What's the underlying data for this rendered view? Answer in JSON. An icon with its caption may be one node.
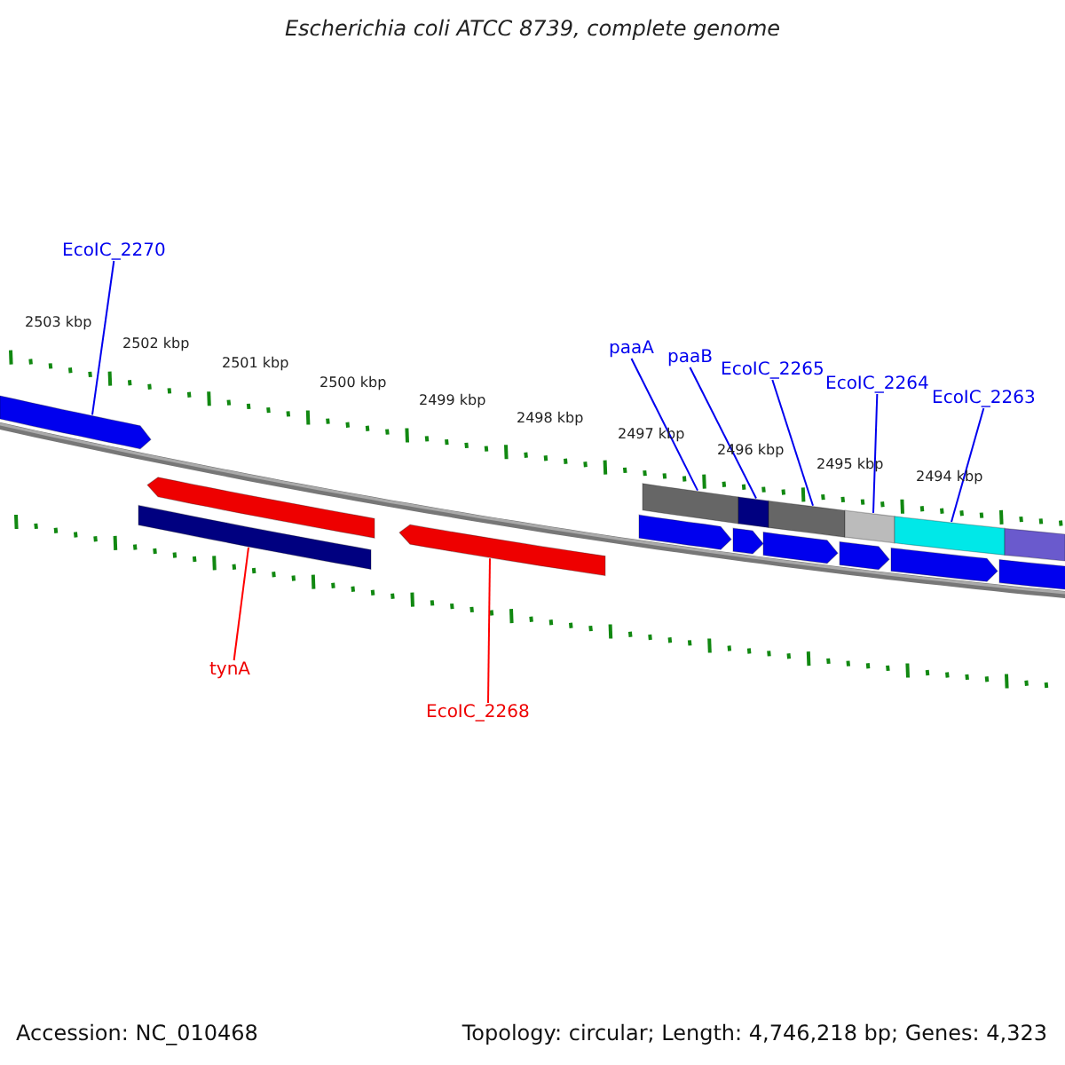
{
  "diagram": {
    "title": "Escherichia coli ATCC 8739, complete genome",
    "nodes": [
      {
        "text": [
          "EcoIC_2270"
        ]
      },
      {
        "text": [
          "paaA"
        ]
      },
      {
        "text": [
          "paaB"
        ]
      },
      {
        "text": [
          "EcoIC_2265"
        ]
      },
      {
        "text": [
          "EcoIC_2264"
        ]
      },
      {
        "text": [
          "EcoIC_2263"
        ]
      },
      {
        "text": [
          "tynA"
        ]
      },
      {
        "text": [
          "EcoIC_2268"
        ]
      },
      {
        "text": [],
        "shape": "pentagon"
      },
      {
        "text": [],
        "shape": "box"
      },
      {
        "text": [],
        "shape": "box"
      },
      {
        "text": [],
        "shape": "box"
      },
      {
        "text": [],
        "shape": "box"
      },
      {
        "text": [],
        "shape": "box"
      },
      {
        "text": [],
        "shape": "box"
      },
      {
        "text": [],
        "shape": "pentagon"
      },
      {
        "text": [],
        "shape": "pentagon"
      },
      {
        "text": [],
        "shape": "pentagon"
      },
      {
        "text": [],
        "shape": "pentagon"
      },
      {
        "text": [],
        "shape": "pentagon"
      },
      {
        "text": [],
        "shape": "pentagon"
      },
      {
        "text": [],
        "shape": "pentagon"
      },
      {
        "text": [],
        "shape": "pentagon"
      },
      {
        "text": [],
        "shape": "box"
      }
    ],
    "edges": [
      {
        "from": 0,
        "to": 8,
        "arrow": "none"
      },
      {
        "from": 1,
        "to": 9,
        "arrow": "none"
      },
      {
        "from": 2,
        "to": 10,
        "arrow": "none"
      },
      {
        "from": 3,
        "to": 11,
        "arrow": "none"
      },
      {
        "from": 4,
        "to": 12,
        "arrow": "none"
      },
      {
        "from": 5,
        "to": 13,
        "arrow": "none"
      },
      {
        "from": 6,
        "to": 23,
        "arrow": "none",
        "color": "#ff0000"
      },
      {
        "from": 7,
        "to": 22,
        "arrow": "none",
        "color": "#ff0000"
      }
    ],
    "labels": [
      "2503 kbp",
      "2502 kbp",
      "2501 kbp",
      "2500 kbp",
      "2499 kbp",
      "2498 kbp",
      "2497 kbp",
      "2496 kbp",
      "2495 kbp",
      "2494 kbp",
      "Accession: NC_010468",
      "Topology: circular; Length: 4,746,218 bp; Genes: 4,323"
    ]
  }
}
